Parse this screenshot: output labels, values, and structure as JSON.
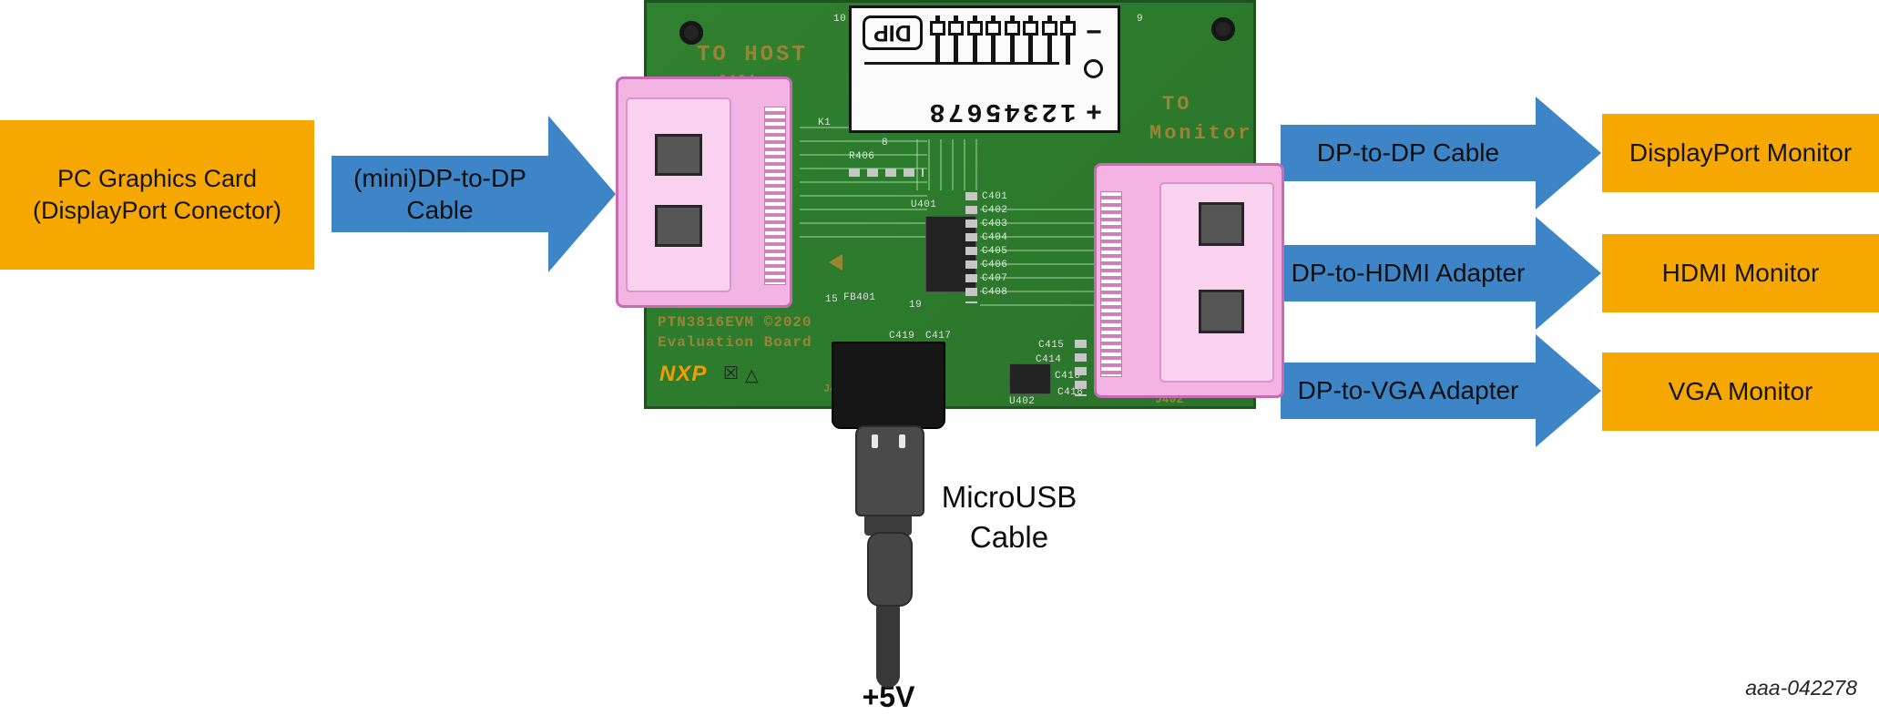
{
  "source_box": {
    "line1": "PC Graphics Card",
    "line2": "(DisplayPort Conector)"
  },
  "input_arrow": {
    "line1": "(mini)DP-to-DP",
    "line2": "Cable"
  },
  "board": {
    "to_host": "TO HOST",
    "j401_label": "J401",
    "to_monitor_line1": "TO",
    "to_monitor_line2": "Monitor",
    "name_line1": "PTN3816EVM ©2020",
    "name_line2": "Evaluation Board",
    "logo": "NXP",
    "dip": {
      "label": "DIP",
      "numbers": [
        "1",
        "2",
        "3",
        "4",
        "5",
        "6",
        "7",
        "8"
      ],
      "minus": "−",
      "plus": "+"
    },
    "silkscreen": {
      "n10": "10",
      "n9": "9",
      "k1": "K1",
      "r406": "R406",
      "n8": "8",
      "u401": "U401",
      "c_column": [
        "C401",
        "C402",
        "C403",
        "C404",
        "C405",
        "C406",
        "C407",
        "C408"
      ],
      "fb401": "FB401",
      "n15": "15",
      "n19": "19",
      "c419": "C419",
      "c417": "C417",
      "c415": "C415",
      "c414": "C414",
      "c416": "C416",
      "c418": "C418",
      "u402": "U402",
      "j402": "J402",
      "j404": "J404"
    }
  },
  "usb": {
    "label_line1": "MicroUSB",
    "label_line2": "Cable",
    "power_label": "+5V"
  },
  "outputs": [
    {
      "cable_label": "DP-to-DP Cable",
      "monitor_label": "DisplayPort Monitor"
    },
    {
      "cable_label": "DP-to-HDMI Adapter",
      "monitor_label": "HDMI Monitor"
    },
    {
      "cable_label": "DP-to-VGA Adapter",
      "monitor_label": "VGA Monitor"
    }
  ],
  "figure_id": "aaa-042278",
  "colors": {
    "monitor_box_orange": "#F6A800",
    "arrow_blue": "#3D85C6",
    "pcb_green": "#2E7D2E",
    "connector_pink": "#F3B4E3",
    "silkscreen_gold": "#9B8433"
  }
}
